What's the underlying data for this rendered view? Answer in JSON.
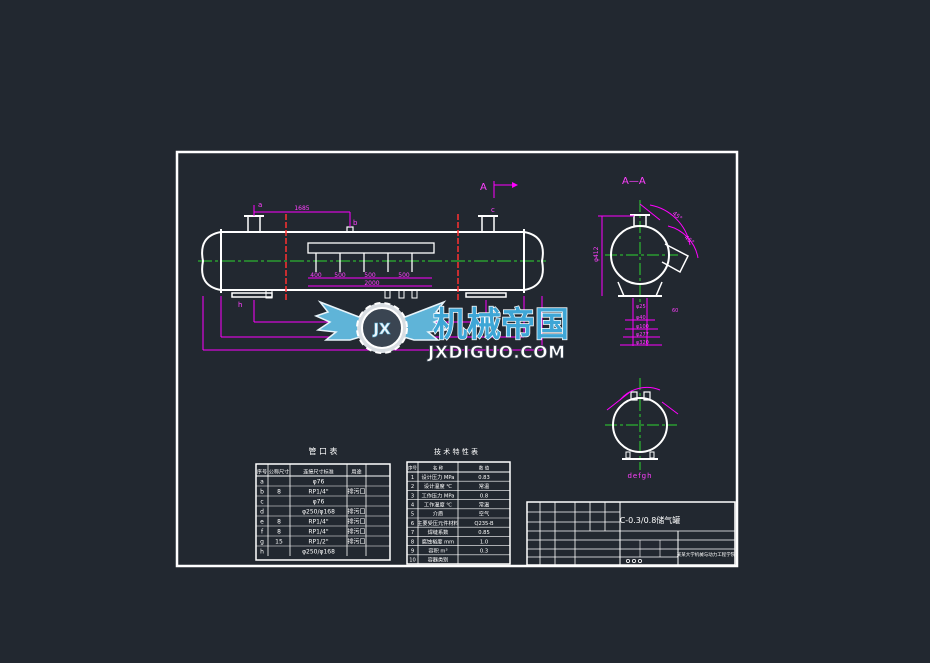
{
  "section_label": "A—A",
  "section_arrow_label": "A",
  "section_arrow_label_2": "A",
  "nozzle_letters": {
    "a": "a",
    "b": "b",
    "c": "c",
    "h": "h",
    "defgh": "defgh"
  },
  "dims": {
    "top_span": "1685",
    "under": [
      "400",
      "500",
      "500",
      "500"
    ],
    "total": "2000",
    "vertical": "φ412",
    "stack": [
      "φ25",
      "φ40",
      "φ100",
      "φ277",
      "φ320"
    ],
    "angle_1": "45°",
    "angle_2": "45°",
    "side": "60"
  },
  "watermark": {
    "cn": "机械帝国",
    "en": "JXDIGUO.COM",
    "badge": "JX"
  },
  "nozzle_table": {
    "title": "管 口 表",
    "headers": [
      "序号",
      "公称尺寸",
      "连接尺寸标准",
      "用途"
    ],
    "rows": [
      [
        "a",
        "",
        "φ76",
        ""
      ],
      [
        "b",
        "8",
        "RP1/4\"",
        "排污口"
      ],
      [
        "c",
        "",
        "φ76",
        ""
      ],
      [
        "d",
        "",
        "φ250/φ168",
        "排污口"
      ],
      [
        "e",
        "8",
        "RP1/4\"",
        "排污口"
      ],
      [
        "f",
        "8",
        "RP1/4\"",
        "排污口"
      ],
      [
        "g",
        "15",
        "RP1/2\"",
        "排污口"
      ],
      [
        "h",
        "",
        "φ250/φ168",
        ""
      ]
    ]
  },
  "tech_table": {
    "title": "技 术 特 性 表",
    "headers": [
      "序号",
      "名 称",
      "数 值"
    ],
    "rows": [
      [
        "1",
        "设计压力  MPa",
        "0.83"
      ],
      [
        "2",
        "设计温度  ℃",
        "常温"
      ],
      [
        "3",
        "工作压力  MPa",
        "0.8"
      ],
      [
        "4",
        "工作温度  ℃",
        "常温"
      ],
      [
        "5",
        "介质",
        "空气"
      ],
      [
        "6",
        "主要受压元件材料",
        "Q235-B"
      ],
      [
        "7",
        "焊缝系数",
        "0.85"
      ],
      [
        "8",
        "腐蚀裕度  mm",
        "1.0"
      ],
      [
        "9",
        "容积  m³",
        "0.3"
      ],
      [
        "10",
        "容器类别",
        ""
      ]
    ]
  },
  "title_block": {
    "drawing_title": "C-0.3/0.8储气罐",
    "school": "某某大学机械与动力工程学院"
  }
}
